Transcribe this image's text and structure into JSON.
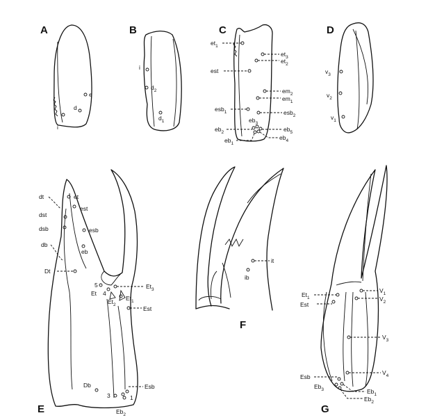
{
  "panels": {
    "A": {
      "letter": "A",
      "labels": {
        "d": "d",
        "e": "e",
        "i": "i"
      }
    },
    "B": {
      "letter": "B",
      "labels": {
        "i": "i",
        "d2": "d",
        "d2_sub": "2",
        "d1": "d",
        "d1_sub": "1"
      }
    },
    "C": {
      "letter": "C",
      "labels": {
        "et1": "et",
        "et1_sub": "1",
        "et3": "et",
        "et3_sub": "3",
        "et2": "et",
        "et2_sub": "2",
        "est": "est",
        "em2": "em",
        "em2_sub": "2",
        "em1": "em",
        "em1_sub": "1",
        "esb1": "esb",
        "esb1_sub": "1",
        "esb2": "esb",
        "esb2_sub": "2",
        "eb3": "eb",
        "eb3_sub": "3",
        "eb2": "eb",
        "eb2_sub": "2",
        "eb5": "eb",
        "eb5_sub": "5",
        "eb1": "eb",
        "eb1_sub": "1",
        "eb4": "eb",
        "eb4_sub": "4"
      }
    },
    "D": {
      "letter": "D",
      "labels": {
        "v3": "v",
        "v3_sub": "3",
        "v2": "v",
        "v2_sub": "2",
        "v1": "v",
        "v1_sub": "1"
      }
    },
    "E": {
      "letter": "E",
      "labels": {
        "dt": "dt",
        "et": "et",
        "dst": "dst",
        "est": "est",
        "dsb": "dsb",
        "esb": "esb",
        "db": "db",
        "eb": "eb",
        "Dt": "Dt",
        "n5": "5",
        "Et": "Et",
        "n4": "4",
        "Et2": "Et",
        "Et2_sub": "2",
        "Et3": "Et",
        "Et3_sub": "3",
        "Et1": "Et",
        "Et1_sub": "1",
        "Est": "Est",
        "Db": "Db",
        "n3": "3",
        "n1": "1",
        "Esb": "Esb",
        "Eb2": "Eb",
        "Eb2_sub": "2"
      }
    },
    "F": {
      "letter": "F",
      "labels": {
        "it": "it",
        "ib": "ib"
      }
    },
    "G": {
      "letter": "G",
      "labels": {
        "Et1": "Et",
        "Et1_sub": "1",
        "Est": "Est",
        "V1": "V",
        "V1_sub": "1",
        "V2": "V",
        "V2_sub": "2",
        "V3": "V",
        "V3_sub": "3",
        "V4": "V",
        "V4_sub": "4",
        "Esb": "Esb",
        "Eb3": "Eb",
        "Eb3_sub": "3",
        "Eb1": "Eb",
        "Eb1_sub": "1",
        "Eb2": "Eb",
        "Eb2_sub": "2"
      }
    }
  }
}
